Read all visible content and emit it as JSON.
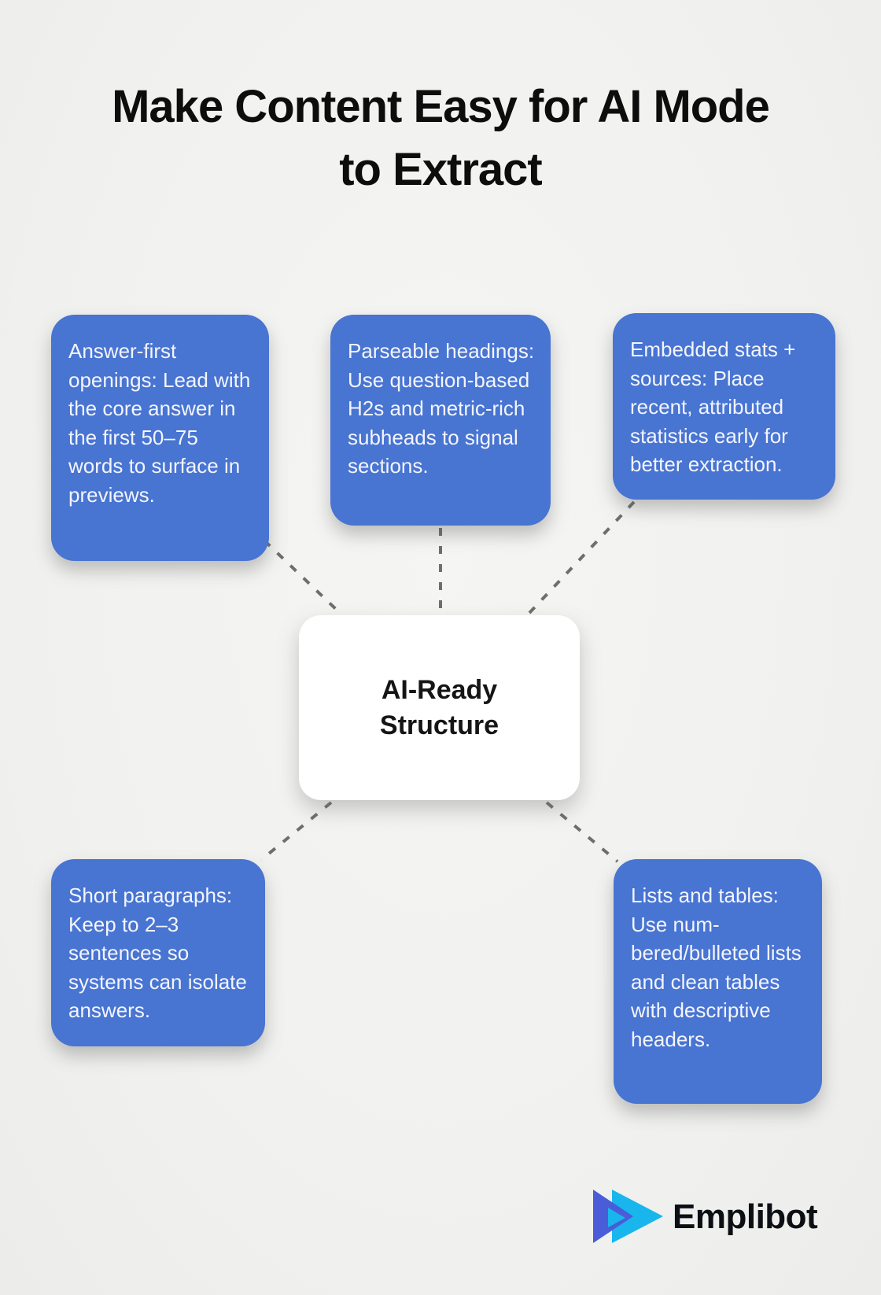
{
  "title": {
    "line1": "Make Content Easy for AI Mode",
    "line2": "to Extract"
  },
  "center_node": {
    "label": "AI-Ready Structure"
  },
  "nodes": {
    "top_left": {
      "text": "Answer-first openings: Lead with the core answer in the first 50–75 words to surface in previews."
    },
    "top_center": {
      "text": "Parseable headings: Use question-based H2s and metric-rich subheads to signal sections."
    },
    "top_right": {
      "text": "Embedded stats + sources: Place recent, attributed statistics early for better extraction."
    },
    "bottom_left": {
      "text": "Short paragraphs: Keep to 2–3 sentences so systems can isolate answers."
    },
    "bottom_right": {
      "text": "Lists and tables: Use num-bered/bulleted lists and clean tables with descriptive headers."
    }
  },
  "logo": {
    "wordmark": "Emplibot"
  },
  "colors": {
    "background": "#f1f1ef",
    "node_blue": "#4874d2",
    "node_text": "#f3f5fb",
    "center_bg": "#ffffff",
    "center_text": "#151515",
    "connector_gray": "#6e6e6e",
    "logo_indigo": "#4a5cd8",
    "logo_cyan": "#18b6ec",
    "wordmark_black": "#0c0f13"
  }
}
